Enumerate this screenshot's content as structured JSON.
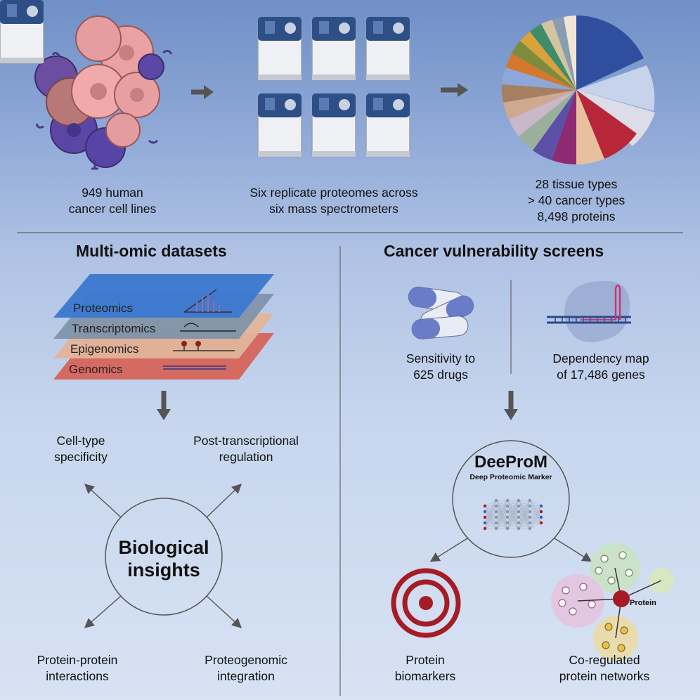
{
  "top": {
    "cell_lines": [
      "949 human",
      "cancer cell lines"
    ],
    "proteomes": [
      "Six replicate proteomes across",
      "six mass spectrometers"
    ],
    "summary": [
      "28 tissue types",
      "> 40 cancer types",
      "8,498 proteins"
    ]
  },
  "left": {
    "title": "Multi-omic datasets",
    "layers": [
      "Proteomics",
      "Transcriptomics",
      "Epigenomics",
      "Genomics"
    ],
    "insights": [
      "Biological",
      "insights"
    ],
    "cell_type": [
      "Cell-type",
      "specificity"
    ],
    "post_transcriptional": [
      "Post-transcriptional",
      "regulation"
    ],
    "ppi": [
      "Protein-protein",
      "interactions"
    ],
    "proteogenomic": [
      "Proteogenomic",
      "integration"
    ]
  },
  "right": {
    "title": "Cancer vulnerability screens",
    "drugs": [
      "Sensitivity to",
      "625 drugs"
    ],
    "dependency": [
      "Dependency map",
      "of 17,486 genes"
    ],
    "model_name": "DeeProM",
    "model_subtitle": "Deep Proteomic Marker",
    "biomarkers": [
      "Protein",
      "biomarkers"
    ],
    "networks": [
      "Co-regulated",
      "protein networks"
    ],
    "protein_label": "Protein"
  },
  "colors": {
    "proteomics": "#3b78d0",
    "transcriptomics": "#7f93aa",
    "epigenomics": "#e2b59a",
    "genomics": "#d56a62",
    "target": "#a61c24",
    "arrow": "#555555"
  }
}
